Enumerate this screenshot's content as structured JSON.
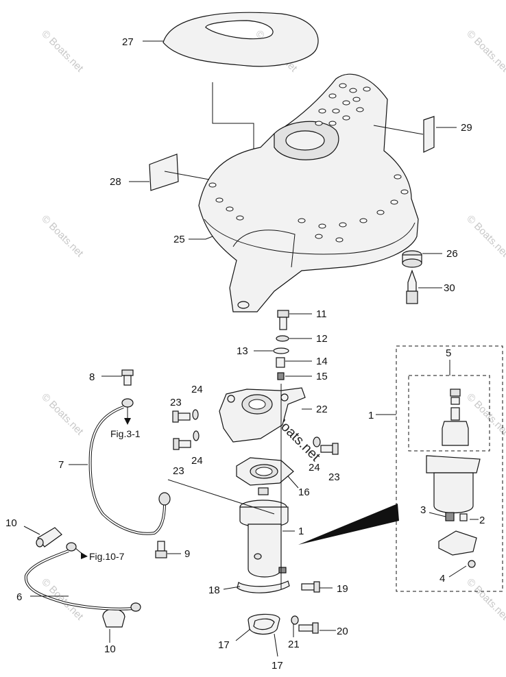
{
  "callouts": {
    "c1a": "1",
    "c1b": "1",
    "c2": "2",
    "c3": "3",
    "c4": "4",
    "c5": "5",
    "c6": "6",
    "c7": "7",
    "c8": "8",
    "c9": "9",
    "c10a": "10",
    "c10b": "10",
    "c11": "11",
    "c12": "12",
    "c13": "13",
    "c14": "14",
    "c15": "15",
    "c16": "16",
    "c17a": "17",
    "c17b": "17",
    "c18": "18",
    "c19": "19",
    "c20": "20",
    "c21": "21",
    "c22": "22",
    "c23a": "23",
    "c23b": "23",
    "c23c": "23",
    "c24a": "24",
    "c24b": "24",
    "c24c": "24",
    "c25": "25",
    "c26": "26",
    "c27": "27",
    "c28": "28",
    "c29": "29",
    "c30": "30"
  },
  "refs": {
    "fig3": "Fig.3-1",
    "fig10": "Fig.10-7"
  },
  "watermark": "© Boats.net",
  "colors": {
    "line": "#111111",
    "fill": "#f2f2f2",
    "watermark": "#c8c8c8"
  }
}
